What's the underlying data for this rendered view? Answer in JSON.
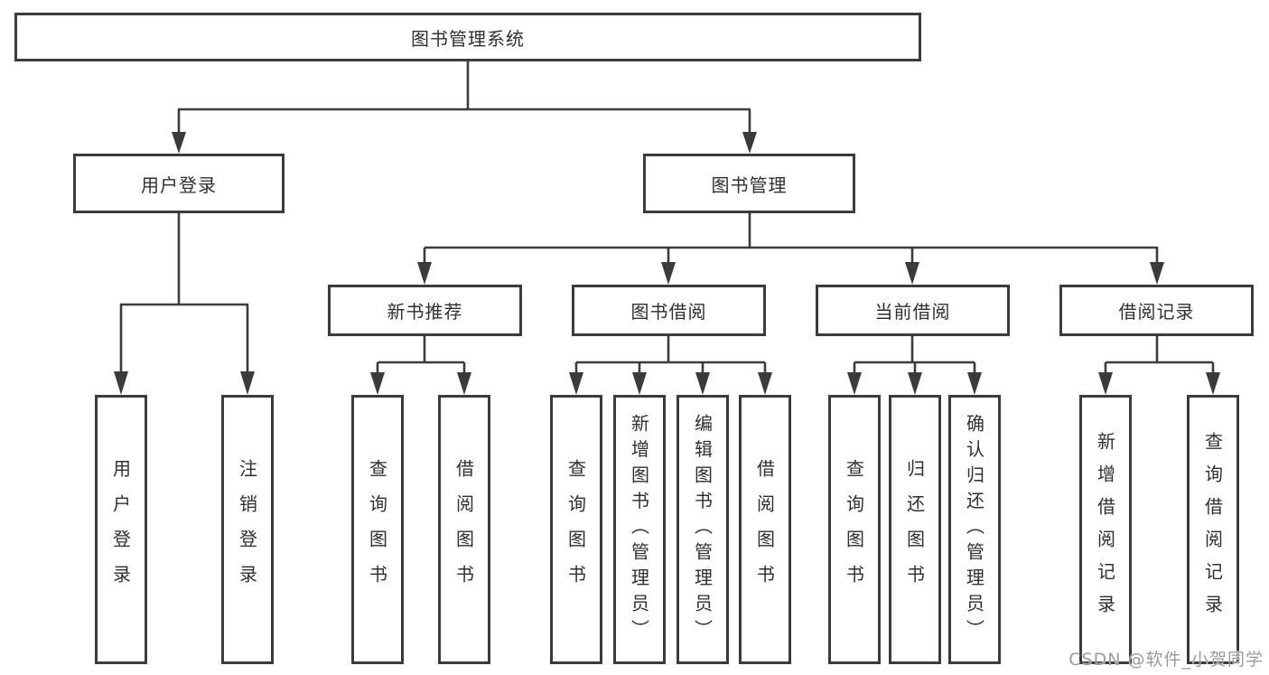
{
  "tree": {
    "label": "图书管理系统",
    "children": [
      {
        "label": "用户登录",
        "children": [
          {
            "label": "用户登录"
          },
          {
            "label": "注销登录"
          }
        ]
      },
      {
        "label": "图书管理",
        "children": [
          {
            "label": "新书推荐",
            "children": [
              {
                "label": "查询图书"
              },
              {
                "label": "借阅图书"
              }
            ]
          },
          {
            "label": "图书借阅",
            "children": [
              {
                "label": "查询图书"
              },
              {
                "label": "新增图书（管理员）"
              },
              {
                "label": "编辑图书（管理员）"
              },
              {
                "label": "借阅图书"
              }
            ]
          },
          {
            "label": "当前借阅",
            "children": [
              {
                "label": "查询图书"
              },
              {
                "label": "归还图书"
              },
              {
                "label": "确认归还（管理员）"
              }
            ]
          },
          {
            "label": "借阅记录",
            "children": [
              {
                "label": "新增借阅记录"
              },
              {
                "label": "查询借阅记录"
              }
            ]
          }
        ]
      }
    ]
  },
  "watermark": {
    "text": "CSDN @软件_小贺同学"
  },
  "colors": {
    "line": "#3b3b3b",
    "box_border": "#3b3b3b",
    "text": "#2f2f2f",
    "watermark": "#969696",
    "background": "#ffffff"
  }
}
